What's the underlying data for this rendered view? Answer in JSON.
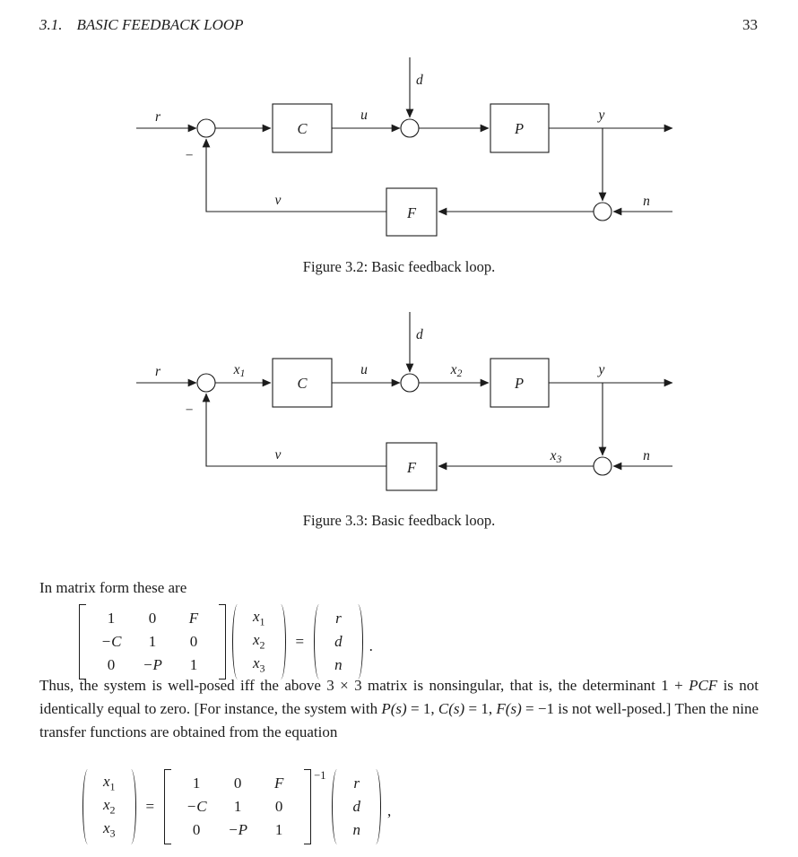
{
  "header": {
    "section_number": "3.1.",
    "section_title": "BASIC FEEDBACK LOOP",
    "page_number": "33"
  },
  "fig32": {
    "caption": "Figure 3.2: Basic feedback loop.",
    "labels": {
      "r": "r",
      "minus": "−",
      "C": "C",
      "u": "u",
      "d": "d",
      "P": "P",
      "y": "y",
      "n": "n",
      "F": "F",
      "v": "v"
    }
  },
  "fig33": {
    "caption": "Figure 3.3: Basic feedback loop.",
    "labels": {
      "r": "r",
      "minus": "−",
      "C": "C",
      "u": "u",
      "d": "d",
      "P": "P",
      "y": "y",
      "n": "n",
      "F": "F",
      "v": "v",
      "x1b": "x",
      "x1s": "1",
      "x2b": "x",
      "x2s": "2",
      "x3b": "x",
      "x3s": "3"
    }
  },
  "text": {
    "intro": "In matrix form these are",
    "para": {
      "s0": "Thus, the system is well-posed iff the above 3 × 3 matrix is nonsingular, that is, the determinant 1 + ",
      "s1": "PCF",
      "s2": " is not identically equal to zero. [For instance, the system with ",
      "s3": "P(s)",
      "s4": " = 1, ",
      "s5": "C(s)",
      "s6": " = 1, ",
      "s7": "F(s)",
      "s8": " = −1 is not well-posed.] Then the nine transfer functions are obtained from the equation"
    }
  },
  "eq1": {
    "matrix": [
      [
        "1",
        "0",
        "F"
      ],
      [
        "−C",
        "1",
        "0"
      ],
      [
        "0",
        "−P",
        "1"
      ]
    ],
    "x": [
      {
        "b": "x",
        "s": "1"
      },
      {
        "b": "x",
        "s": "2"
      },
      {
        "b": "x",
        "s": "3"
      }
    ],
    "eq": "=",
    "rhs": [
      "r",
      "d",
      "n"
    ],
    "punct": "."
  },
  "eq2": {
    "x": [
      {
        "b": "x",
        "s": "1"
      },
      {
        "b": "x",
        "s": "2"
      },
      {
        "b": "x",
        "s": "3"
      }
    ],
    "eq": "=",
    "matrix": [
      [
        "1",
        "0",
        "F"
      ],
      [
        "−C",
        "1",
        "0"
      ],
      [
        "0",
        "−P",
        "1"
      ]
    ],
    "exp": "−1",
    "rhs": [
      "r",
      "d",
      "n"
    ],
    "punct": ","
  }
}
